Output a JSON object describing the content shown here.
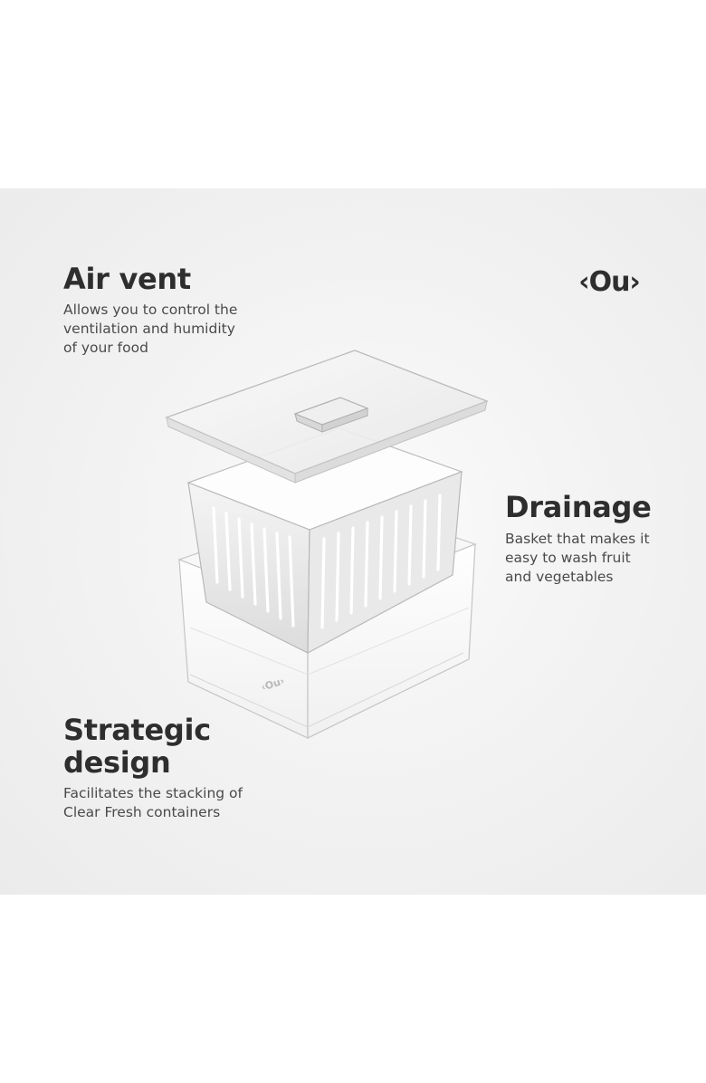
{
  "brand": {
    "logo_text": "‹Ou›"
  },
  "features": {
    "air_vent": {
      "title": "Air vent",
      "description": "Allows you to control the\nventilation and humidity\nof your food"
    },
    "drainage": {
      "title": "Drainage",
      "description": "Basket that makes it\neasy to wash fruit\nand vegetables"
    },
    "strategic_design": {
      "title": "Strategic\ndesign",
      "description": "Facilitates the stacking of\nClear Fresh containers"
    }
  },
  "product_image": {
    "icon": "food-container-illustration",
    "base_label": "‹Ou›"
  },
  "colors": {
    "panel": "#efefef",
    "heading": "#2e2e2e",
    "body_text": "#4a4a4a",
    "page": "#ffffff"
  }
}
